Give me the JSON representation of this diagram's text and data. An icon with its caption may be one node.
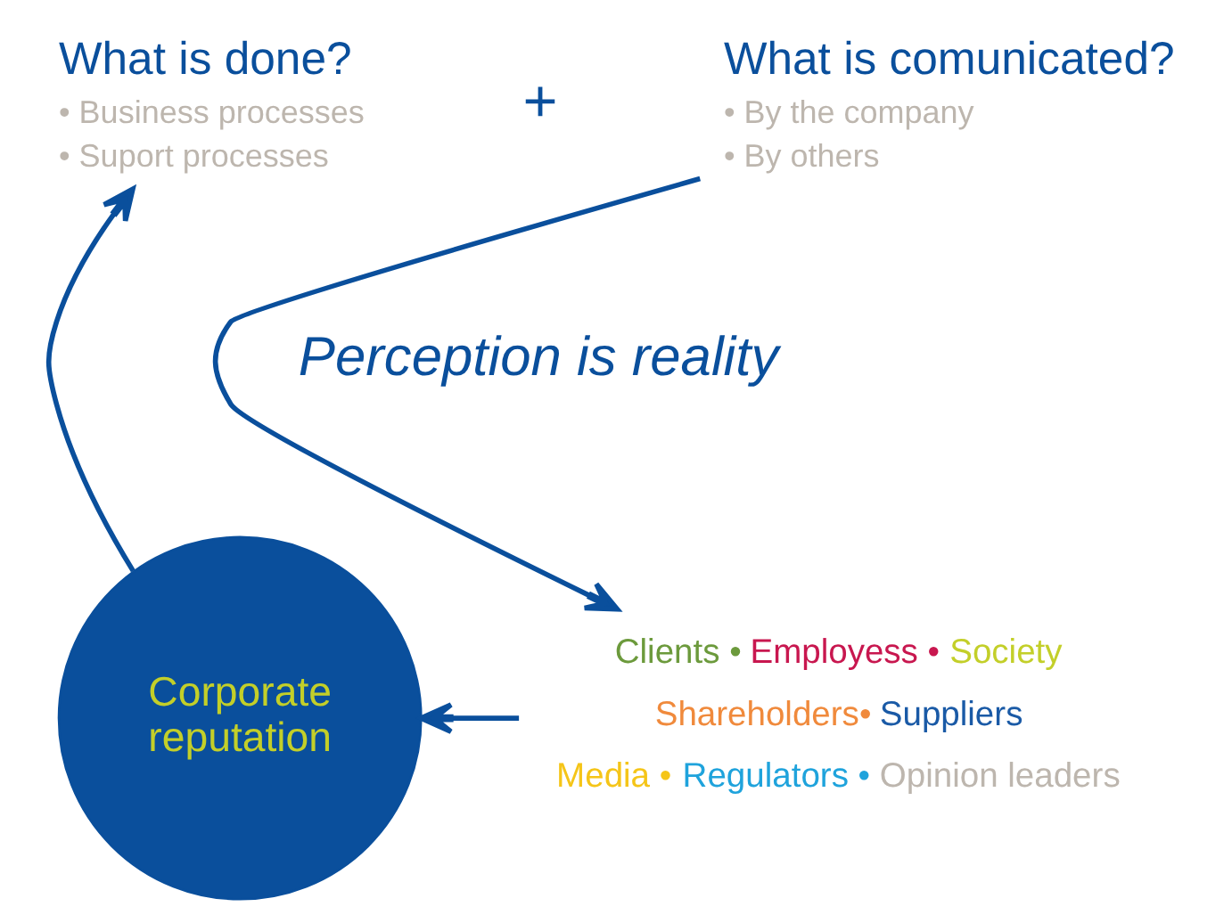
{
  "diagram": {
    "nodes": [
      {
        "text": [
          "What is done?",
          "• Business processes",
          "• Suport processes"
        ]
      },
      {
        "text": [
          "What is comunicated?",
          "• By the company",
          "• By others"
        ]
      },
      {
        "text": [
          "Clients •",
          "Employess •",
          "Society",
          "Shareholders•",
          "Suppliers",
          "Media •",
          "Regulators •",
          "Opinion leaders"
        ]
      },
      {
        "text": [
          "Corporate reputation"
        ]
      }
    ],
    "edges": [
      {
        "from": 3,
        "to": 0,
        "arrow": "to"
      },
      {
        "from": 1,
        "to": 2,
        "arrow": "to"
      },
      {
        "from": 2,
        "to": 3,
        "arrow": "to"
      }
    ],
    "labels": [
      "+",
      "Perception is reality"
    ]
  }
}
